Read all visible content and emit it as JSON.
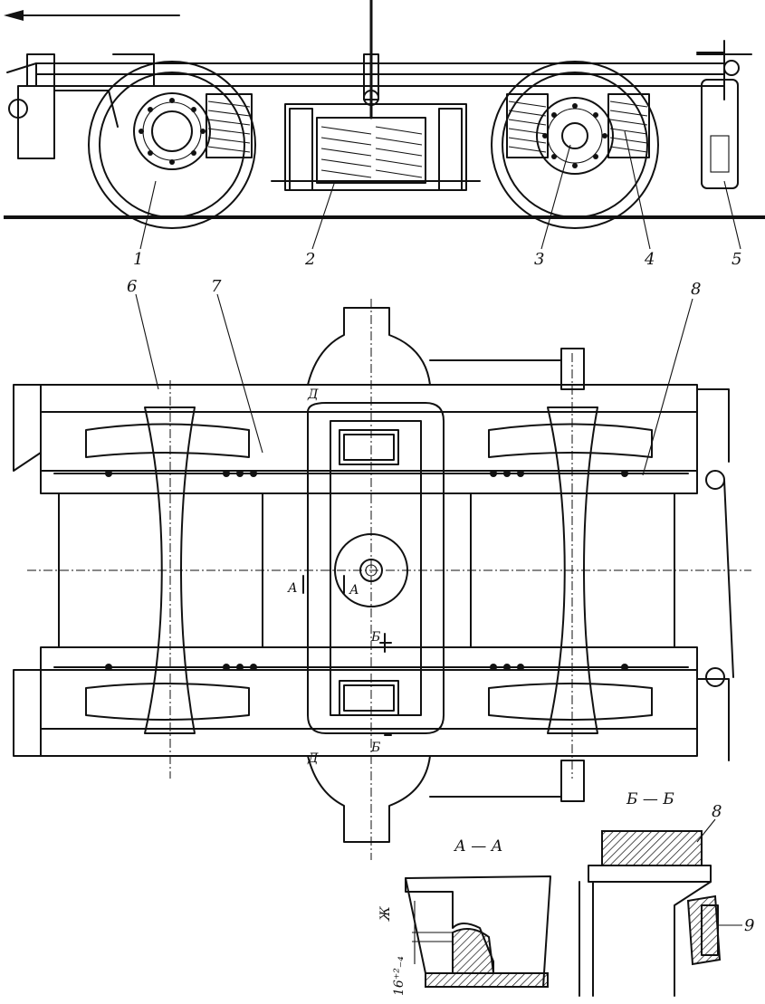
{
  "labels": {
    "n1": "1",
    "n2": "2",
    "n3": "3",
    "n4": "4",
    "n5": "5",
    "n6": "6",
    "n7": "7",
    "n8": "8",
    "n8b": "8",
    "n9": "9"
  },
  "section_marks": {
    "a_left": "А",
    "a_right": "А",
    "b_top": "Б",
    "b_bottom": "Б",
    "d_top": "Д",
    "d_bottom": "Д"
  },
  "sections": {
    "aa_title": "А — А",
    "bb_title": "Б — Б",
    "dim_zh": "Ж",
    "dim_value": "16⁺²₋₄"
  }
}
